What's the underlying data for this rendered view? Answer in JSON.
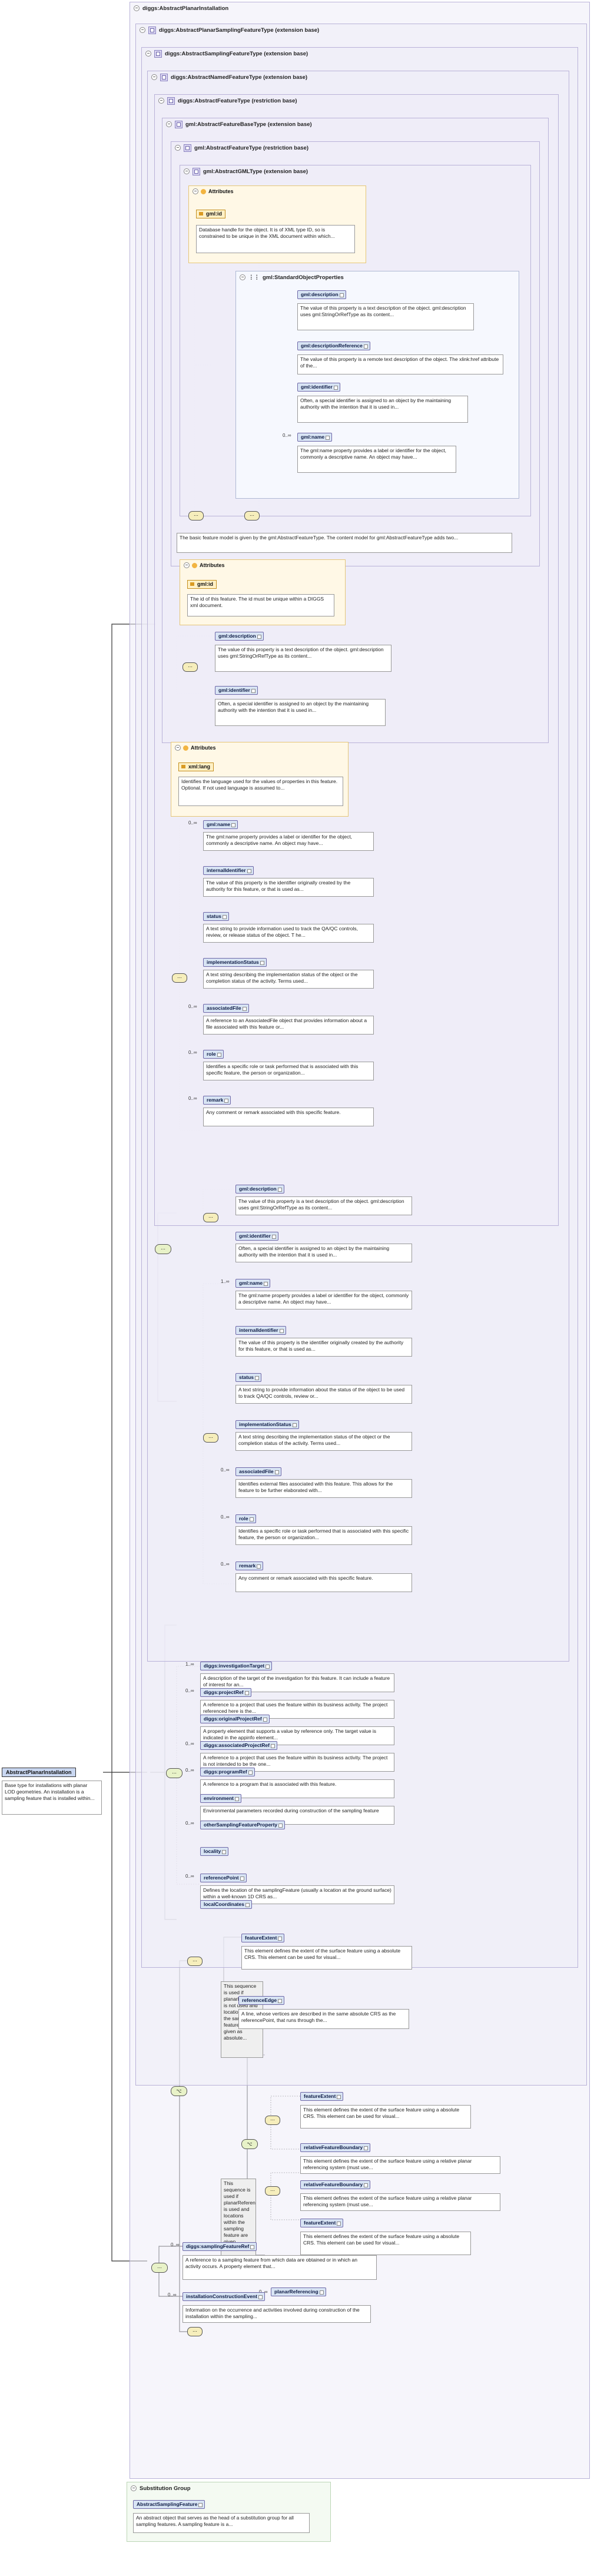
{
  "root": {
    "title": "diggs:AbstractPlanarInstallation",
    "element": "AbstractPlanarInstallation",
    "doc": "Base type for installations with planar LOD geometries. An installation is a sampling feature that is installed within..."
  },
  "frames": {
    "planarSamplingFeature": "diggs:AbstractPlanarSamplingFeatureType (extension base)",
    "samplingFeature": "diggs:AbstractSamplingFeatureType (extension base)",
    "namedFeature": "diggs:AbstractNamedFeatureType (extension base)",
    "featureType": "diggs:AbstractFeatureType (restriction base)",
    "featureBase": "gml:AbstractFeatureBaseType (extension base)",
    "gmlFeature": "gml:AbstractFeatureType (restriction base)",
    "gmlGml": "gml:AbstractGMLType (extension base)",
    "stdProps": "gml:StandardObjectProperties",
    "substitution": "Substitution Group"
  },
  "attributes_label": "Attributes",
  "attrs": {
    "gml_id": {
      "name": "gml:id",
      "doc": "Database handle for the object. It is of XML type ID, so is constrained to be unique in the XML document within which..."
    },
    "gml_id2": {
      "name": "gml:id",
      "doc": "The id of this feature. The id must be unique within a DIGGS xml document."
    },
    "xml_lang": {
      "name": "xml:lang",
      "doc": "Identifies the language used for the values of properties in this feature. Optional. If not used language is assumed to..."
    }
  },
  "std_items": [
    {
      "name": "gml:description",
      "doc": "The value of this property is a text description of the object. gml:description uses gml:StringOrRefType as its content..."
    },
    {
      "name": "gml:descriptionReference",
      "doc": "The value of this property is a remote text description of the object. The xlink:href attribute of the..."
    },
    {
      "name": "gml:identifier",
      "doc": "Often, a special identifier is assigned to an object by the maintaining authority with the intention that it is used in..."
    },
    {
      "name": "gml:name",
      "card": "0..∞",
      "doc": "The gml:name property provides a label or identifier for the object, commonly a descriptive name. An object may have..."
    }
  ],
  "feature_base_doc": "The basic feature model is given by the gml:AbstractFeatureType. The content model for gml:AbstractFeatureType adds two...",
  "restr_items": [
    {
      "name": "gml:description",
      "doc": "The value of this property is a text description of the object. gml:description uses gml:StringOrRefType as its content..."
    },
    {
      "name": "gml:identifier",
      "doc": "Often, a special identifier is assigned to an object by the maintaining authority with the intention that it is used in..."
    }
  ],
  "named_items": [
    {
      "name": "gml:name",
      "card": "0..∞",
      "doc": "The gml:name property provides a label or identifier for the object, commonly a descriptive name. An object may have..."
    },
    {
      "name": "internalIdentifier",
      "doc": "The value of this property is the identifier originally created by the authority for this feature, or that is used as..."
    },
    {
      "name": "status",
      "doc": "A text string to provide information used to track the QA/QC controls, review, or release status of the object. T he..."
    },
    {
      "name": "implementationStatus",
      "doc": "A text string describing the implementation status of the object or the completion status of the activity. Terms used..."
    },
    {
      "name": "associatedFile",
      "card": "0..∞",
      "doc": "A reference to an AssociatedFile object that provides information about a file associated with this feature or..."
    },
    {
      "name": "role",
      "card": "0..∞",
      "doc": "Identifies a specific role or task performed that is associated with this specific feature, the person or organization..."
    },
    {
      "name": "remark",
      "card": "0..∞",
      "doc": "Any comment or remark associated with this specific feature."
    }
  ],
  "named_items2": [
    {
      "name": "gml:description",
      "doc": "The value of this property is a text description of the object. gml:description uses gml:StringOrRefType as its content..."
    },
    {
      "name": "gml:identifier",
      "doc": "Often, a special identifier is assigned to an object by the maintaining authority with the intention that it is used in..."
    },
    {
      "name": "gml:name",
      "card": "1..∞",
      "doc": "The gml:name property provides a label or identifier for the object, commonly a descriptive name. An object may have..."
    },
    {
      "name": "internalIdentifier",
      "doc": "The value of this property is the identifier originally created by the authority for this feature, or that is used as..."
    },
    {
      "name": "status",
      "doc": "A text string to provide information about the status of the object to be used to track QA/QC controls, review or..."
    },
    {
      "name": "implementationStatus",
      "doc": "A text string describing the implementation status of the object or the completion status of the activity. Terms used..."
    },
    {
      "name": "associatedFile",
      "card": "0..∞",
      "doc": "Identifies external files associated with this feature. This allows for the feature to be further elaborated with..."
    },
    {
      "name": "role",
      "card": "0..∞",
      "doc": "Identifies a specific role or task performed that is associated with this specific feature, the person or organization..."
    },
    {
      "name": "remark",
      "card": "0..∞",
      "doc": "Any comment or remark associated with this specific feature."
    }
  ],
  "sampling_items": [
    {
      "name": "diggs:investigationTarget",
      "card": "1..∞",
      "doc": "A description of the target of the investigation for this feature. It can include a feature of interest for an..."
    },
    {
      "name": "diggs:projectRef",
      "card": "0..∞",
      "doc": "A reference to a project that uses the feature within its business activity. The project referenced here is the..."
    },
    {
      "name": "diggs:originalProjectRef",
      "doc": "A property element that supports a value by reference only. The target value is indicated in the appinfo element..."
    },
    {
      "name": "diggs:associatedProjectRef",
      "card": "0..∞",
      "doc": "A reference to a project that uses the feature within its business activity. The project is not intended to be the one..."
    },
    {
      "name": "diggs:programRef",
      "card": "0..∞",
      "doc": "A reference to a program that is associated with this feature."
    },
    {
      "name": "environment",
      "doc": "Environmental parameters recorded during construction of the sampling feature"
    },
    {
      "name": "otherSamplingFeatureProperty",
      "card": "0..∞",
      "doc": ""
    },
    {
      "name": "locality",
      "doc": ""
    },
    {
      "name": "referencePoint",
      "card": "0..∞",
      "doc": "Defines the location of the samplingFeature (usually a location at the ground surface) within a well-known 1D CRS as..."
    },
    {
      "name": "localCoordinates",
      "doc": ""
    }
  ],
  "planar": {
    "seq_doc1": "This sequence is used if planarReferencing is not used and locations within the sampling feature are given as absolute...",
    "featureExtent": {
      "name": "featureExtent",
      "doc": "This element defines the extent of the surface feature using a absolute CRS. This element can be used for visual..."
    },
    "referenceEdge": {
      "name": "referenceEdge",
      "doc": "A line, whose vertices are described in the same absolute CRS as the referencePoint, that runs through the..."
    },
    "seq_doc2": "This sequence is used if planarReferencing is used and locations within the sampling feature are given relative...",
    "featureExtent2": {
      "name": "featureExtent",
      "doc": "This element defines the extent of the surface feature using a absolute CRS. This element can be used for visual..."
    },
    "relativeFeatureBoundary": {
      "name": "relativeFeatureBoundary",
      "doc": "This element defines the extent of the surface feature using a relative planar referencing system (must use..."
    },
    "relativeFeatureBoundary2": {
      "name": "relativeFeatureBoundary",
      "doc": "This element defines the extent of the surface feature using a relative planar referencing system (must use..."
    },
    "featureExtent3": {
      "name": "featureExtent",
      "doc": "This element defines the extent of the surface feature using a absolute CRS. This element can be used for visual..."
    },
    "planarReferencing": {
      "name": "planarReferencing",
      "card": "0..∞"
    }
  },
  "tail": {
    "samplingFeatureRef": {
      "name": "diggs:samplingFeatureRef",
      "card": "0..∞",
      "doc": "A reference to a sampling feature from which data are obtained or in which an activity occurs. A property element that..."
    },
    "installationConstructionEvent": {
      "name": "installationConstructionEvent",
      "card": "0..∞",
      "doc": "Information on the occurrence and activities involved during construction of the installation within the sampling..."
    }
  },
  "substitution": {
    "element": "AbstractSamplingFeature",
    "doc": "An abstract object that serves as the head of a substitution group for all sampling features. A sampling feature is a..."
  }
}
